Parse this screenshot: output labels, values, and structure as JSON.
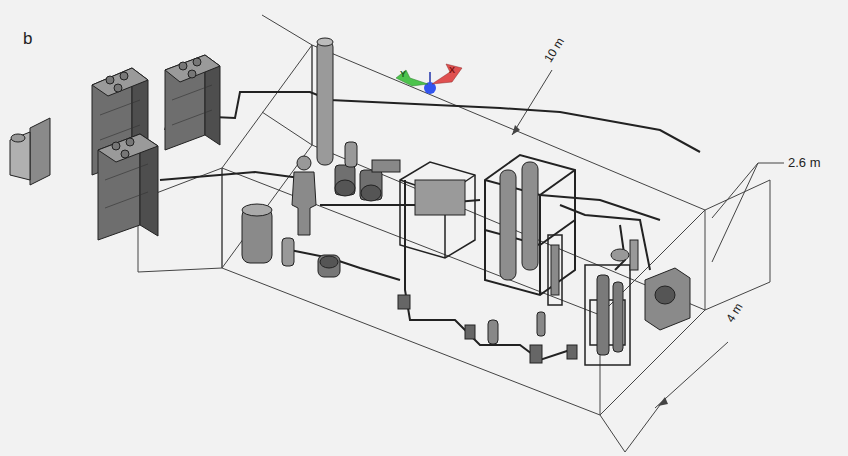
{
  "diagram": {
    "labels": [
      "b",
      "10 m",
      "2.6 m",
      "4 m",
      "Y",
      "X"
    ]
  }
}
